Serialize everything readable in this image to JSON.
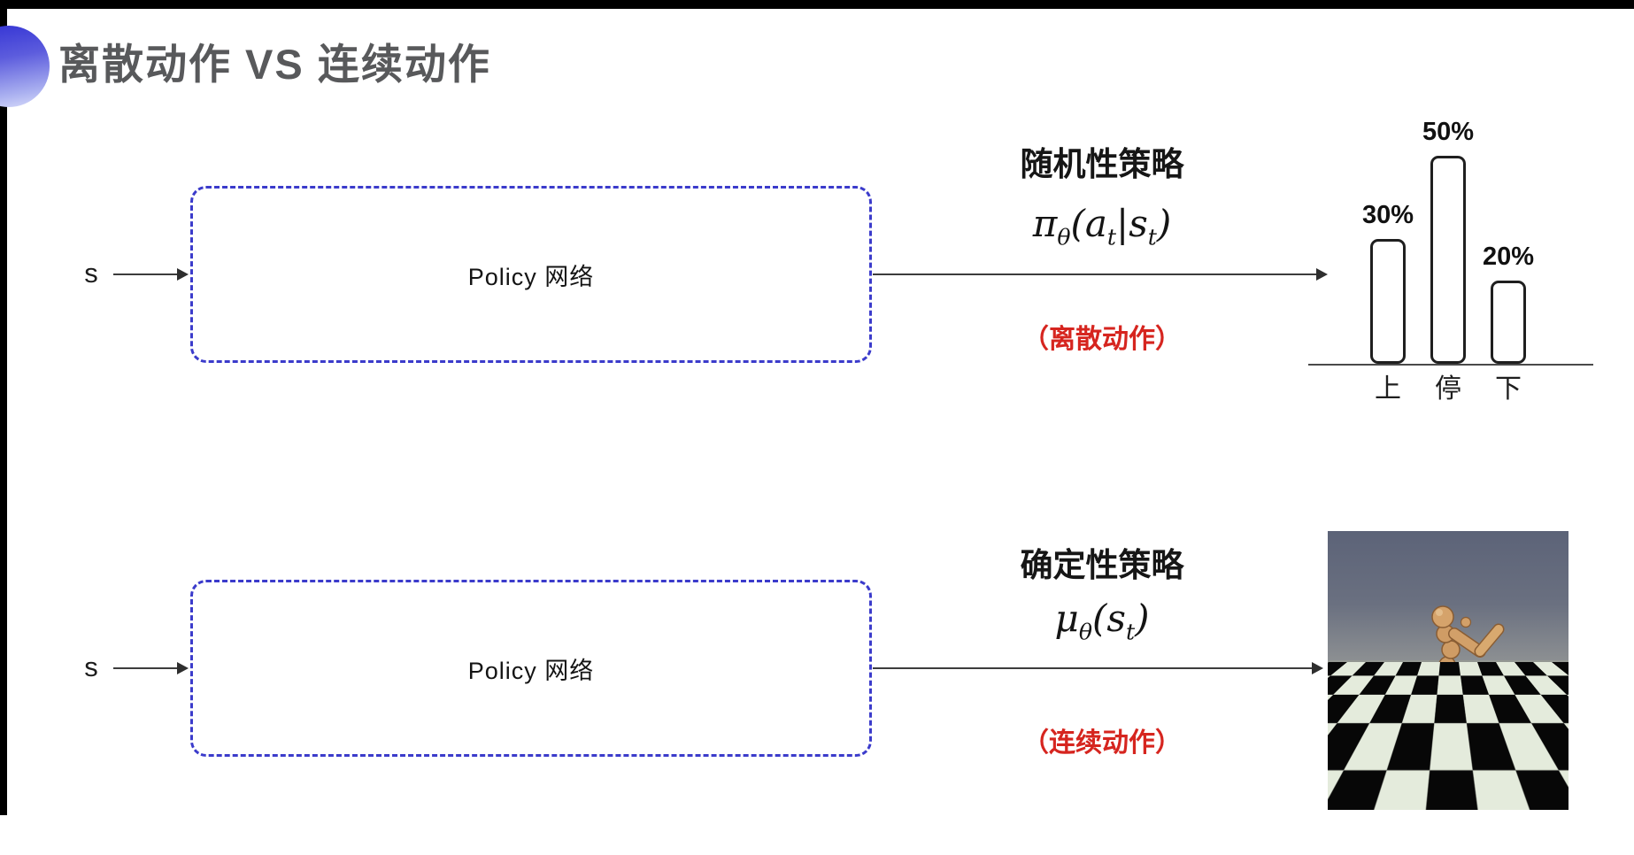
{
  "title": "离散动作 VS 连续动作",
  "icons": {
    "title_bullet": "blue-gradient-circle",
    "figure": "humanoid-robot-simulation-on-checkerboard"
  },
  "rows": [
    {
      "input_label": "s",
      "box_label": "Policy 网络",
      "policy_name": "随机性策略",
      "formula_parts": [
        {
          "t": "π",
          "sub": "θ"
        },
        {
          "t": "("
        },
        {
          "t": "a",
          "sub": "t"
        },
        {
          "t": "|"
        },
        {
          "t": "s",
          "sub": "t"
        },
        {
          "t": ")"
        }
      ],
      "action_note": "（离散动作）"
    },
    {
      "input_label": "s",
      "box_label": "Policy 网络",
      "policy_name": "确定性策略",
      "formula_parts": [
        {
          "t": "μ",
          "sub": "θ"
        },
        {
          "t": "("
        },
        {
          "t": "s",
          "sub": "t"
        },
        {
          "t": ")"
        }
      ],
      "action_note": "（连续动作）"
    }
  ],
  "chart_data": {
    "type": "bar",
    "categories": [
      "上",
      "停",
      "下"
    ],
    "values": [
      30,
      50,
      20
    ],
    "value_labels": [
      "30%",
      "50%",
      "20%"
    ],
    "ylim": [
      0,
      50
    ],
    "grid": false,
    "legend": false,
    "bar_fill": "#ffffff",
    "bar_stroke": "#1f1f1f"
  },
  "colors": {
    "accent_blue_box": "#3b3bcb",
    "red_note": "#d6251f",
    "title_gray": "#58595b",
    "arrow": "#3c3c3c"
  }
}
